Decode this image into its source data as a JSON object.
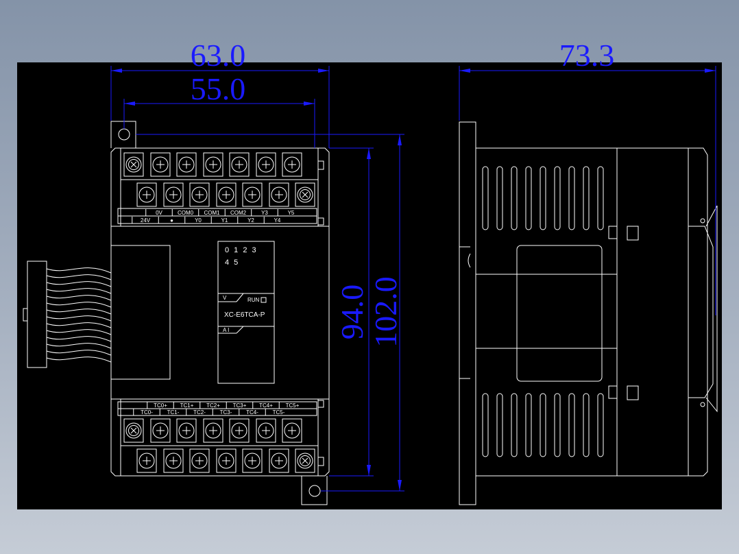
{
  "dimensions": {
    "front_width_outer": "63.0",
    "front_width_inner": "55.0",
    "height_inner": "94.0",
    "height_outer": "102.0",
    "side_depth": "73.3"
  },
  "device": {
    "model": "XC-E6TCA-P",
    "lcd_line1": "0 1 2 3",
    "lcd_line2": "4 5",
    "run_label": "RUN",
    "v_label": "V",
    "ai_label": "A I"
  },
  "top_terminals": {
    "row1": [
      "0V",
      "COM0",
      "COM1",
      "COM2",
      "Y3",
      "Y5"
    ],
    "row2": [
      "24V",
      "●",
      "Y0",
      "Y1",
      "Y2",
      "Y4"
    ]
  },
  "bottom_terminals": {
    "row1": [
      "TC0+",
      "TC1+",
      "TC2+",
      "TC3+",
      "TC4+",
      "TC5+"
    ],
    "row2": [
      "TC0-",
      "TC1-",
      "TC2-",
      "TC3-",
      "TC4-",
      "TC5-"
    ]
  },
  "colors": {
    "dimension": "#1a1aff",
    "linework": "#ffffff",
    "background": "#000000",
    "frame": "#a5b0c0"
  }
}
